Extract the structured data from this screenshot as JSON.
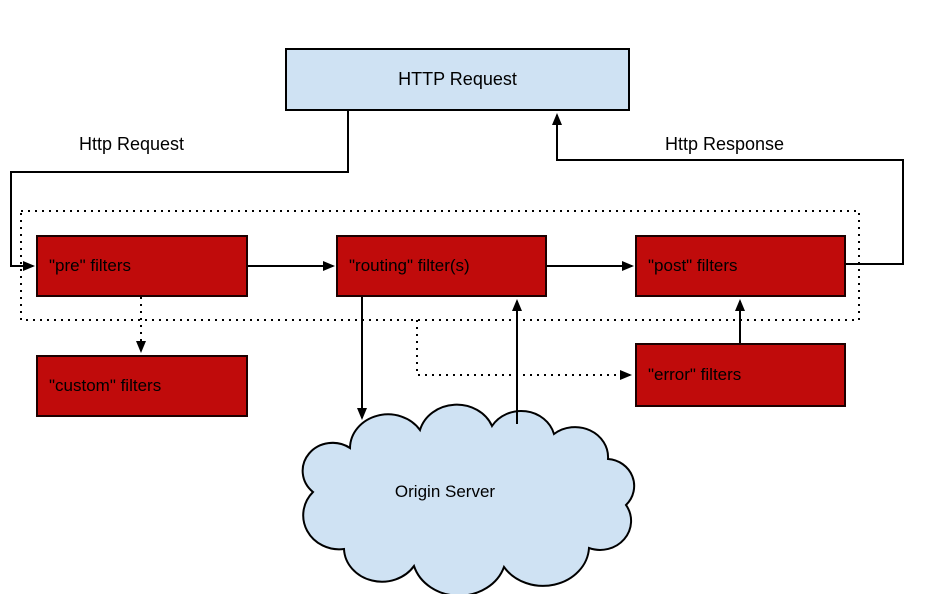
{
  "diagram": {
    "nodes": {
      "http_request_box": "HTTP Request",
      "pre_filters": "\"pre\" filters",
      "routing_filters": "\"routing\" filter(s)",
      "post_filters": "\"post\" filters",
      "custom_filters": "\"custom\" filters",
      "error_filters": "\"error\" filters",
      "origin_server": "Origin Server"
    },
    "edge_labels": {
      "http_request": "Http Request",
      "http_response": "Http Response"
    },
    "colors": {
      "filter_box_fill": "#c00b0b",
      "endpoint_fill": "#cfe2f3",
      "line": "#000000",
      "background": "#ffffff"
    }
  }
}
